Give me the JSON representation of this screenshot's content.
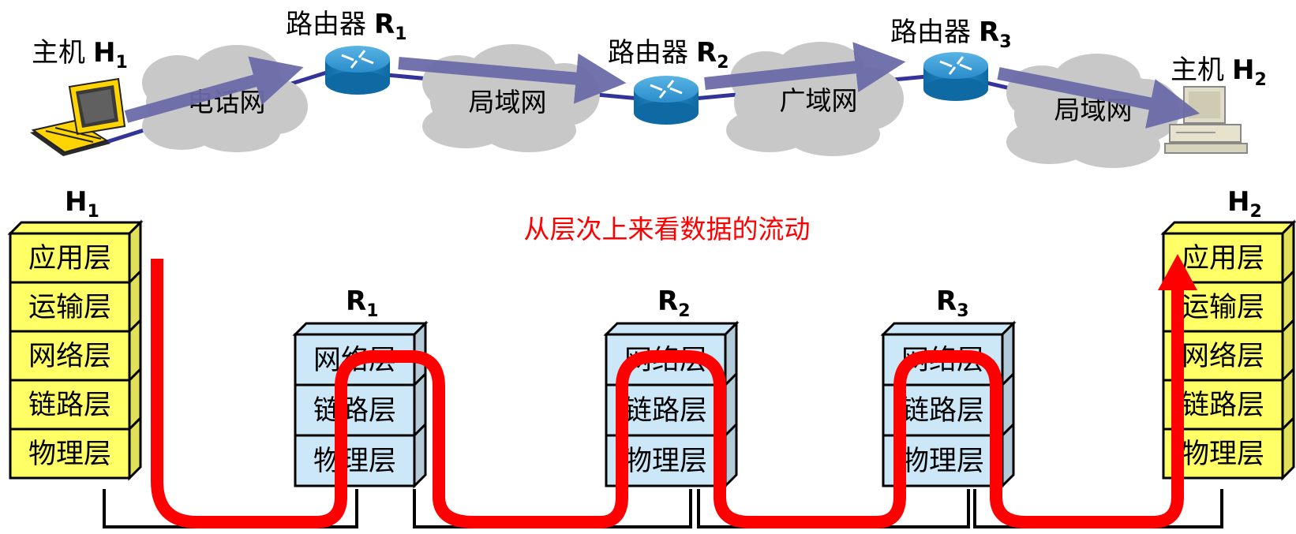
{
  "top": {
    "host1_label": "主机",
    "host1_name": "H",
    "host1_sub": "1",
    "host2_label": "主机",
    "host2_name": "H",
    "host2_sub": "2",
    "routers": [
      {
        "label": "路由器",
        "name": "R",
        "sub": "1"
      },
      {
        "label": "路由器",
        "name": "R",
        "sub": "2"
      },
      {
        "label": "路由器",
        "name": "R",
        "sub": "3"
      }
    ],
    "clouds": [
      "电话网",
      "局域网",
      "广域网",
      "局域网"
    ]
  },
  "bottom": {
    "caption": "从层次上来看数据的流动",
    "host_stack_labels": [
      {
        "name": "H",
        "sub": "1"
      },
      {
        "name": "H",
        "sub": "2"
      }
    ],
    "router_stack_labels": [
      {
        "name": "R",
        "sub": "1"
      },
      {
        "name": "R",
        "sub": "2"
      },
      {
        "name": "R",
        "sub": "3"
      }
    ],
    "host_layers": [
      "应用层",
      "运输层",
      "网络层",
      "链路层",
      "物理层"
    ],
    "router_layers": [
      "网络层",
      "链路层",
      "物理层"
    ]
  },
  "colors": {
    "host_layer_fill": "#ffff66",
    "router_layer_fill": "#cce8f8",
    "cloud_fill": "#c8c8c8",
    "flow_arrow": "#6b6ba8",
    "link_line": "#333399",
    "data_flow": "#ff0000",
    "router_body": "#1f7fb8"
  }
}
